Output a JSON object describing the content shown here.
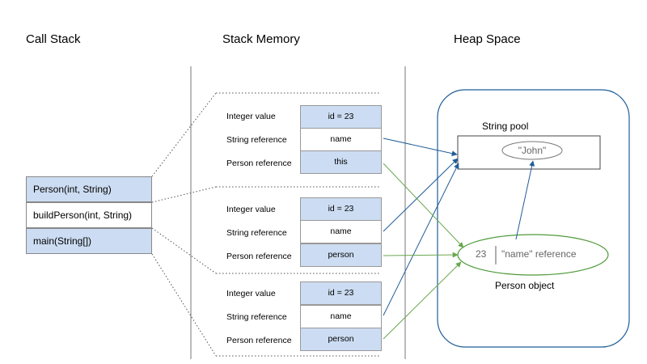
{
  "titles": {
    "call_stack": "Call Stack",
    "stack_memory": "Stack Memory",
    "heap_space": "Heap Space"
  },
  "call_stack": [
    {
      "label": "Person(int, String)",
      "highlight": true
    },
    {
      "label": "buildPerson(int, String)",
      "highlight": false
    },
    {
      "label": "main(String[])",
      "highlight": true
    }
  ],
  "stack_frames": [
    {
      "rows": [
        {
          "label": "Integer value",
          "value": "id = 23"
        },
        {
          "label": "String reference",
          "value": "name"
        },
        {
          "label": "Person reference",
          "value": "this"
        }
      ]
    },
    {
      "rows": [
        {
          "label": "Integer value",
          "value": "id = 23"
        },
        {
          "label": "String reference",
          "value": "name"
        },
        {
          "label": "Person reference",
          "value": "person"
        }
      ]
    },
    {
      "rows": [
        {
          "label": "Integer value",
          "value": "id = 23"
        },
        {
          "label": "String reference",
          "value": "name"
        },
        {
          "label": "Person reference",
          "value": "person"
        }
      ]
    }
  ],
  "heap": {
    "string_pool_label": "String pool",
    "string_value": "\"John\"",
    "person_object_label": "Person object",
    "person_id": "23",
    "person_ref": "\"name\" reference"
  },
  "colors": {
    "cell_highlight": "#ccdcf2",
    "string_arrow": "#1f5d99",
    "object_arrow": "#6aa84f",
    "heap_border": "#1f5d99",
    "object_ellipse": "#4e9a3a"
  }
}
